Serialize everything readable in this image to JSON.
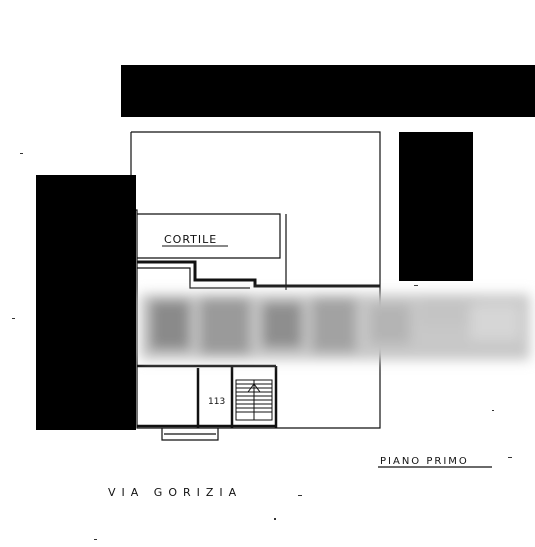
{
  "plan": {
    "courtyard_label": "CORTILE",
    "floor_label": "PIANO PRIMO",
    "street_label": "VIA GORIZIA",
    "unit_number": "113"
  },
  "colors": {
    "ink": "#111111",
    "redaction": "#000000",
    "paper": "#ffffff",
    "blur": "#9a9a9a"
  }
}
